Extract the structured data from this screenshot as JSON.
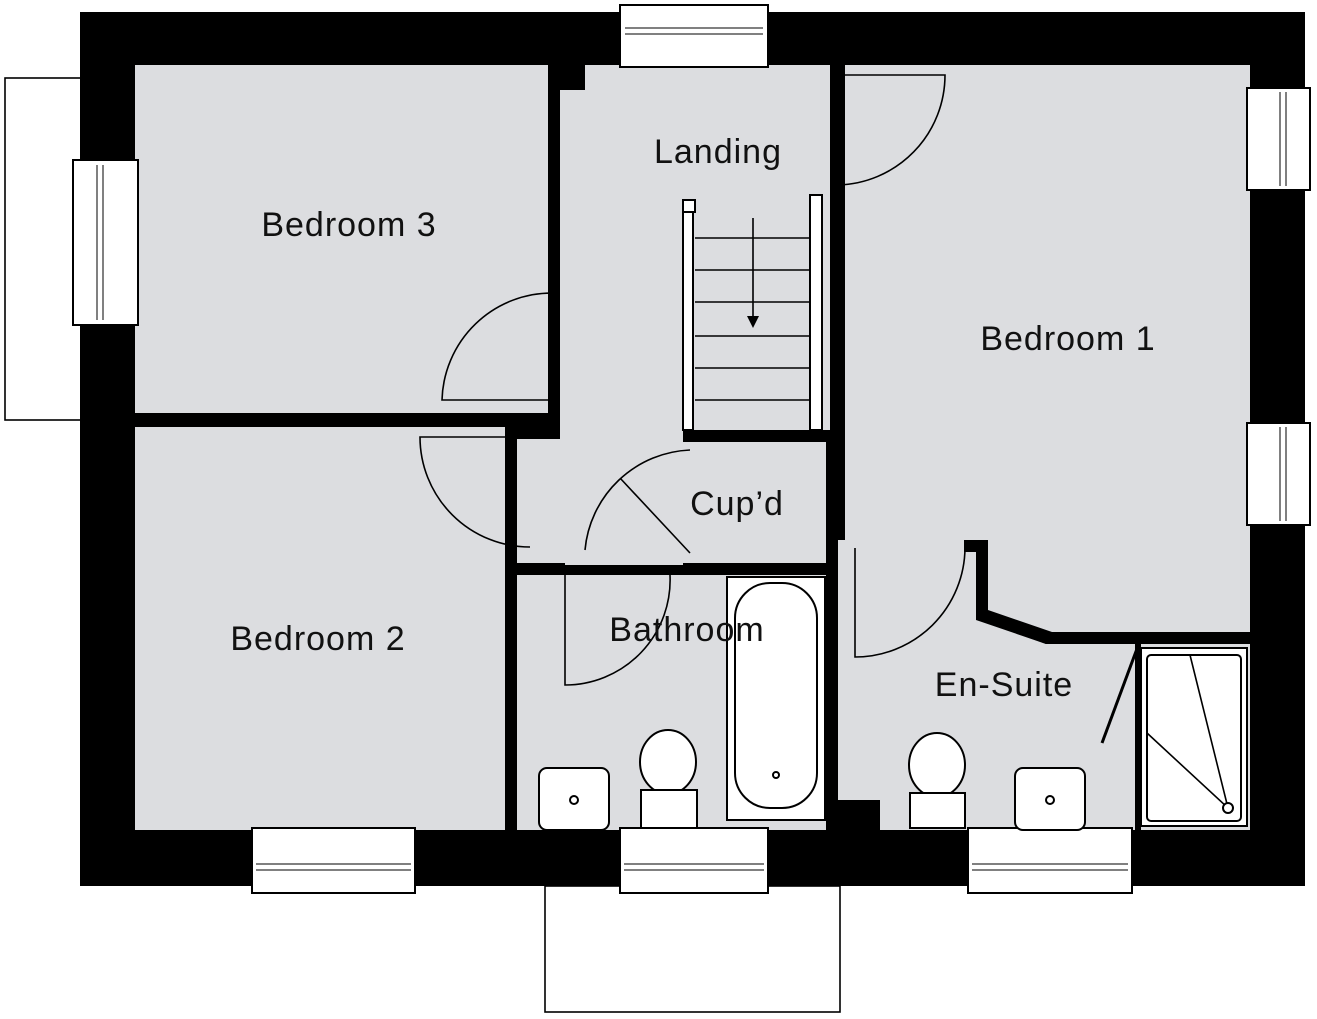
{
  "plan": {
    "rooms": {
      "bedroom1": "Bedroom 1",
      "bedroom2": "Bedroom 2",
      "bedroom3": "Bedroom 3",
      "landing": "Landing",
      "cupboard": "Cup’d",
      "bathroom": "Bathroom",
      "ensuite": "En-Suite"
    },
    "colors": {
      "floor": "#dcdde0",
      "wall": "#000000"
    }
  }
}
